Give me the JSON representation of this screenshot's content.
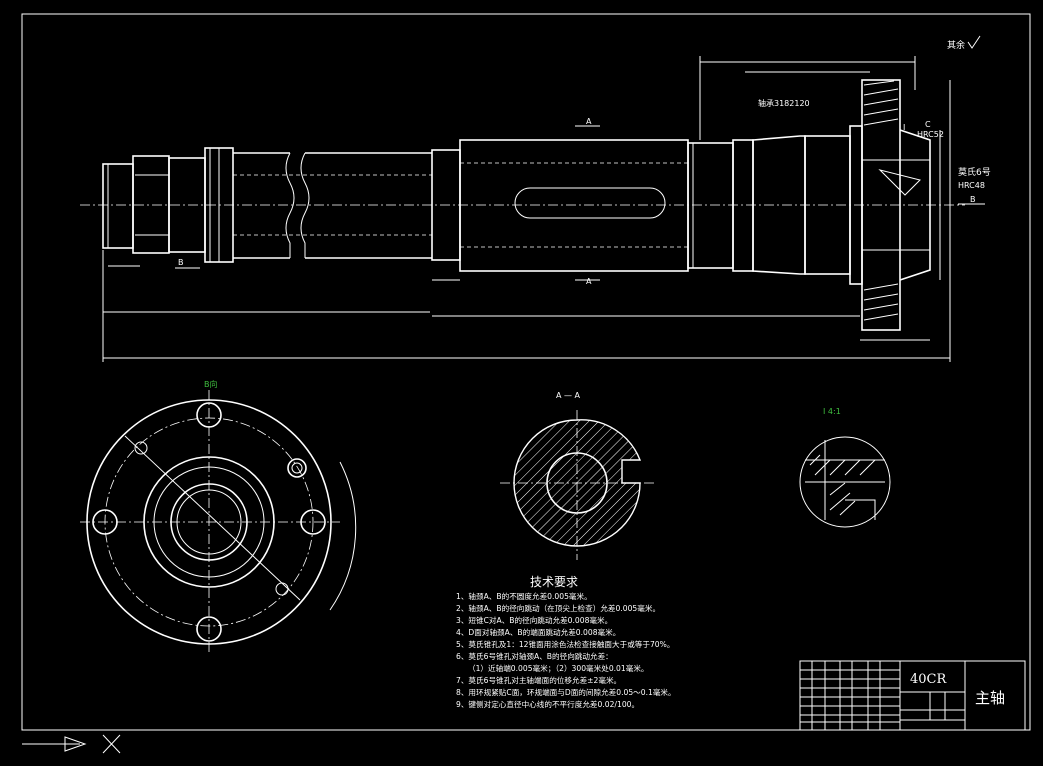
{
  "drawing": {
    "roughness_symbol": "其余",
    "bearing_label": "轴承3182120",
    "hardness_top": "HRC52",
    "taper_label": "莫氏6号",
    "hardness_right": "HRC48",
    "datum_b": "B",
    "datum_c": "C",
    "detail_mark": "I",
    "section_mark_a": "A",
    "view_b_label": "B向",
    "section_title": "A — A",
    "detail_title": "I  4:1"
  },
  "requirements": {
    "title": "技术要求",
    "items": [
      "1、轴颈A、B的不圆度允差0.005毫米。",
      "2、轴颈A、B的径向跳动（在顶尖上检查）允差0.005毫米。",
      "3、短锥C对A、B的径向跳动允差0.008毫米。",
      "4、D面对轴颈A、B的端面跳动允差0.008毫米。",
      "5、莫氏锥孔及1：12锥面用涂色法检查接触面大于或等于70%。",
      "6、莫氏6号锥孔对轴颈A、B的径向跳动允差：",
      "（1）近轴端0.005毫米；（2）300毫米处0.01毫米。",
      "7、莫氏6号锥孔对主轴端面的位移允差±2毫米。",
      "8、用环规紧贴C面，环规端面与D面的间隙允差0.05～0.1毫米。",
      "9、键侧对定心直径中心线的不平行度允差0.02/100。"
    ]
  },
  "title_block": {
    "material": "40CR",
    "part_name": "主轴"
  }
}
